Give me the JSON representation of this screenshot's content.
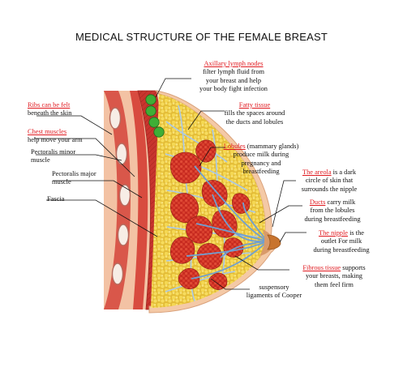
{
  "title": "MEDICAL STRUCTURE OF THE FEMALE BREAST",
  "colors": {
    "label_red": "#e0191f",
    "muscle": "#c8352e",
    "fat": "#f2d451",
    "gland": "#d73a2a",
    "duct": "#8ab4dd",
    "lymph_node": "#2f9e2c",
    "skin": "#f4c9a6",
    "nipple": "#c8742e"
  },
  "labels": {
    "axillary": {
      "head": "Axillary lymph nodes",
      "line1": "filter lymph fluid  from",
      "line2": "your breast and help",
      "line3": "your body fight infection"
    },
    "fatty": {
      "head": "Fatty tissue",
      "line1": "fills the spaces around",
      "line2": "the ducts and lobules"
    },
    "lobules": {
      "head": "Lobules",
      "head_rest": " (mammary glands)",
      "line1": "produce milk during",
      "line2": "pregnancy and",
      "line3": "breastfeeding"
    },
    "areola": {
      "pre": "The ",
      "head": "areola",
      "head_rest": " is a dark",
      "line1": "circle of skin that",
      "line2": "surrounds the nipple"
    },
    "ducts": {
      "head": "Ducts",
      "head_rest": " carry milk",
      "line1": "from the lobules",
      "line2": "during breastfeeding"
    },
    "nipple": {
      "head": "The nipple",
      "head_rest": " is the",
      "line1": "outlet For milk",
      "line2": "during breastfeeding"
    },
    "fibrous": {
      "head": "Fibrous tissue",
      "head_rest": " supports",
      "line1": "your breasts, making",
      "line2": "them feel firm"
    },
    "cooper": {
      "line1": "suspensory",
      "line2": "ligaments of Cooper"
    },
    "ribs": {
      "head": "Ribs can be felt",
      "line1": "beneath the skin"
    },
    "chest": {
      "head": "Chest muscles",
      "line1": "help move your arm"
    },
    "pec_minor": {
      "line1": "Pectoralis minor",
      "line2": "muscle"
    },
    "pec_major": {
      "line1": "Pectoralis major",
      "line2": "muscle"
    },
    "fascia": {
      "line1": "Fascia"
    }
  }
}
